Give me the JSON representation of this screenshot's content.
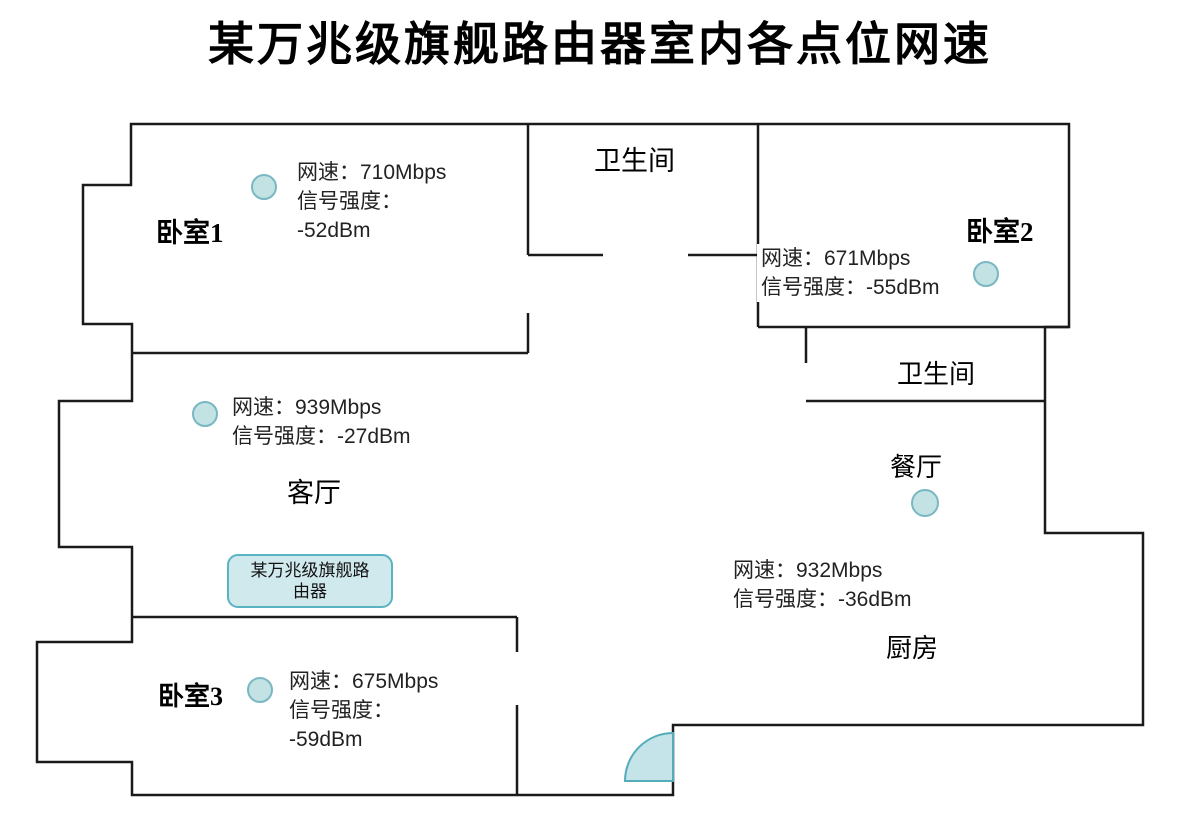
{
  "title": "某万兆级旗舰路由器室内各点位网速",
  "colors": {
    "wall": "#1a1a1a",
    "point_fill": "#c3e2e4",
    "point_stroke": "#79b7c3",
    "router_fill": "#d0e9ed",
    "router_stroke": "#5ab3c2",
    "door_fill": "#c4e4e9",
    "door_stroke": "#55acb9"
  },
  "router": {
    "label": "某万兆级旗舰路由器"
  },
  "rooms": {
    "bedroom1": "卧室1",
    "bathroom_top": "卫生间",
    "bedroom2": "卧室2",
    "bathroom_mid": "卫生间",
    "dining": "餐厅",
    "kitchen": "厨房",
    "living": "客厅",
    "bedroom3": "卧室3"
  },
  "measurements": {
    "bedroom1": {
      "lines": [
        "网速：710Mbps",
        "信号强度：",
        "-52dBm"
      ]
    },
    "bedroom2": {
      "lines": [
        "网速：671Mbps",
        "信号强度：-55dBm"
      ]
    },
    "living": {
      "lines": [
        "网速：939Mbps",
        "信号强度：-27dBm"
      ]
    },
    "dining": {
      "lines": [
        "网速：932Mbps",
        "信号强度：-36dBm"
      ]
    },
    "bedroom3": {
      "lines": [
        "网速：675Mbps",
        "信号强度：",
        "-59dBm"
      ]
    }
  }
}
